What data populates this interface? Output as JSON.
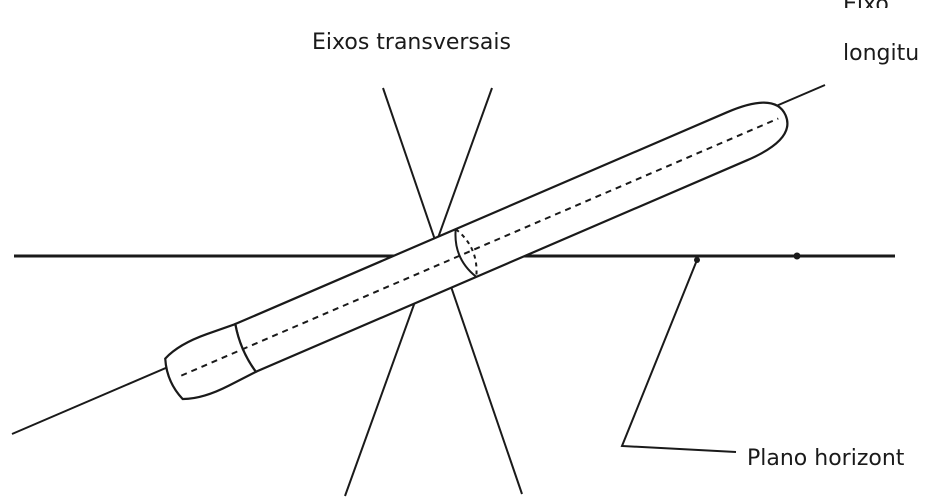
{
  "diagram": {
    "labels": {
      "transversal_axes": "Eixos transversais",
      "longitudinal_axis_cut": "Eixo",
      "longitudinal_axis": "longitu",
      "horizontal_plane": "Plano horizont"
    },
    "colors": {
      "stroke": "#1a1a1a",
      "background": "#ffffff"
    }
  }
}
